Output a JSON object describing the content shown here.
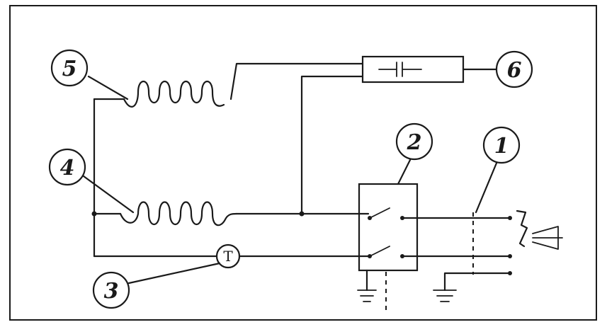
{
  "callouts": {
    "c1": "1",
    "c2": "2",
    "c3": "3",
    "c4": "4",
    "c5": "5",
    "c6": "6"
  },
  "components": {
    "thermostat_symbol": "T"
  }
}
